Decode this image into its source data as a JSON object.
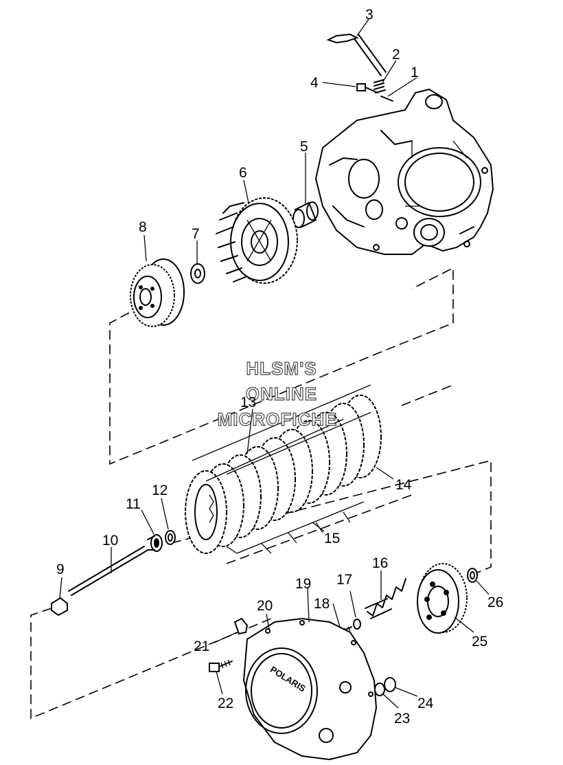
{
  "watermark": {
    "line1": "HLSM'S",
    "line2": "ONLINE",
    "line3": "MICROFICHE"
  },
  "cover_logo": "POLARIS",
  "callouts": [
    {
      "id": "1",
      "text": "1"
    },
    {
      "id": "2",
      "text": "2"
    },
    {
      "id": "3",
      "text": "3"
    },
    {
      "id": "4",
      "text": "4"
    },
    {
      "id": "5",
      "text": "5"
    },
    {
      "id": "6",
      "text": "6"
    },
    {
      "id": "7",
      "text": "7"
    },
    {
      "id": "8",
      "text": "8"
    },
    {
      "id": "9",
      "text": "9"
    },
    {
      "id": "10",
      "text": "10"
    },
    {
      "id": "11",
      "text": "11"
    },
    {
      "id": "12",
      "text": "12"
    },
    {
      "id": "13",
      "text": "13"
    },
    {
      "id": "14",
      "text": "14"
    },
    {
      "id": "15",
      "text": "15"
    },
    {
      "id": "16",
      "text": "16"
    },
    {
      "id": "17",
      "text": "17"
    },
    {
      "id": "18",
      "text": "18"
    },
    {
      "id": "19",
      "text": "19"
    },
    {
      "id": "20",
      "text": "20"
    },
    {
      "id": "21",
      "text": "21"
    },
    {
      "id": "22",
      "text": "22"
    },
    {
      "id": "23",
      "text": "23"
    },
    {
      "id": "24",
      "text": "24"
    },
    {
      "id": "25",
      "text": "25"
    },
    {
      "id": "26",
      "text": "26"
    }
  ]
}
